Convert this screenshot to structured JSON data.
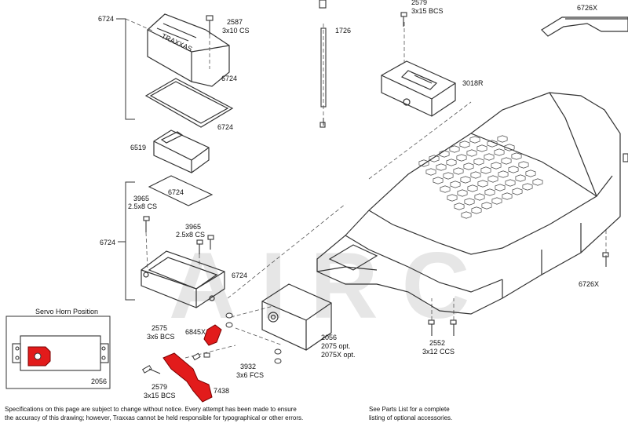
{
  "watermark": "AIRC",
  "inset": {
    "title": "Servo Horn Position",
    "part": "2056"
  },
  "labels": {
    "p6724_top": "6724",
    "p2587": "2587",
    "p2587_size": "3x10 CS",
    "p6724_cover": "6724",
    "p6724_seal": "6724",
    "p6519": "6519",
    "p6724_foam": "6724",
    "p3965_a": "3965",
    "p3965_a_size": "2.5x8 CS",
    "p3965_b": "3965",
    "p3965_b_size": "2.5x8 CS",
    "p6724_mid": "6724",
    "p6724_box": "6724",
    "p2575": "2575",
    "p2575_size": "3x6 BCS",
    "p6845x": "6845X",
    "p2579_bot": "2579",
    "p2579_bot_size": "3x15 BCS",
    "p7438": "7438",
    "p3932": "3932",
    "p3932_size": "3x6 FCS",
    "p2056": "2056",
    "p2075": "2075 opt.",
    "p2075x": "2075X opt.",
    "p1726": "1726",
    "p2579_top": "2579",
    "p2579_top_size": "3x15 BCS",
    "p3018r": "3018R",
    "p6726x_top": "6726X",
    "p6726x_bot": "6726X",
    "p2552": "2552",
    "p2552_size": "3x12 CCS"
  },
  "footer": {
    "left_line1": "Specifications on this page are subject to change without notice.  Every attempt has been made to ensure",
    "left_line2": "the accuracy of this drawing; however, Traxxas cannot be held responsible for typographical or other errors.",
    "right_line1": "See Parts List for a complete",
    "right_line2": "listing of optional accessories."
  },
  "colors": {
    "highlight": "#e21b1b",
    "line": "#333333"
  }
}
